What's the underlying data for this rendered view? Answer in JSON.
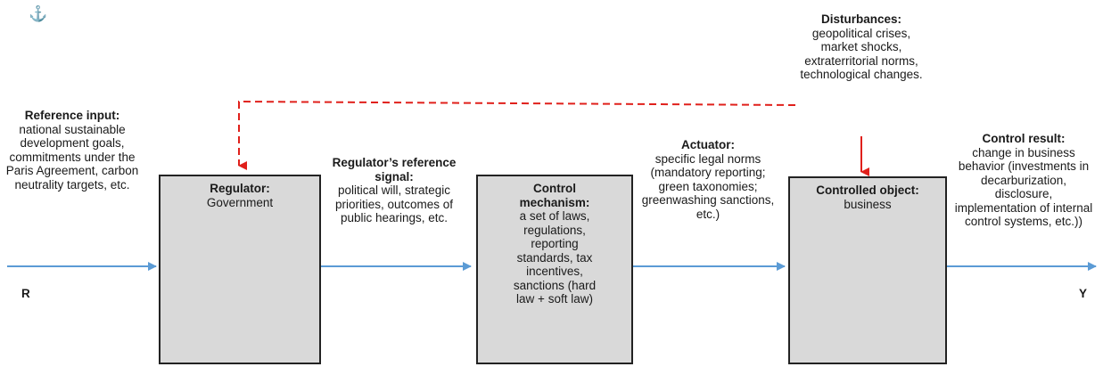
{
  "anchor_icon": "anchor-icon",
  "colors": {
    "flow": "#5b9bd5",
    "disturbance": "#e0201b",
    "box_fill": "#d9d9d9"
  },
  "input_letter": "R",
  "output_letter": "Y",
  "reference_input": {
    "title": "Reference input:",
    "text": "national sustainable development goals, commitments under the Paris Agreement, carbon neutrality targets, etc."
  },
  "regulator": {
    "title": "Regulator:",
    "text": "Government"
  },
  "reference_signal": {
    "title": "Regulator’s reference signal:",
    "text": "political will, strategic priorities, outcomes of public hearings, etc."
  },
  "control_mechanism": {
    "title": "Control mechanism:",
    "text": "a set of laws, regulations, reporting standards, tax incentives, sanctions (hard law + soft law)"
  },
  "actuator": {
    "title": "Actuator:",
    "text": "specific legal norms (mandatory reporting; green taxonomies; greenwashing sanctions, etc.)"
  },
  "controlled_object": {
    "title": "Controlled object:",
    "text": "business"
  },
  "disturbances": {
    "title": "Disturbances:",
    "text": "geopolitical crises, market shocks, extraterritorial norms, technological changes."
  },
  "control_result": {
    "title": "Control result:",
    "text": "change in business behavior (investments in decarburization, disclosure, implementation of internal control systems, etc.))"
  }
}
